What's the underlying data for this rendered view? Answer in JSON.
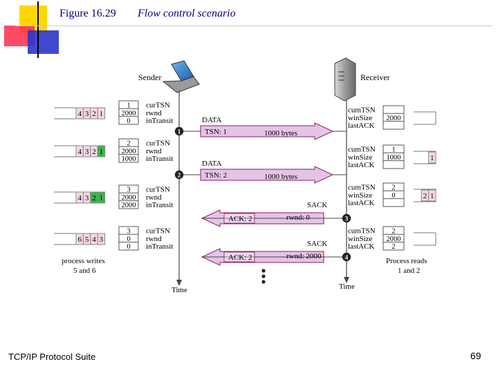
{
  "slide": {
    "figure_number": "Figure 16.29",
    "figure_title": "Flow control scenario",
    "footer_left": "TCP/IP Protocol Suite",
    "page_number": "69"
  },
  "colors": {
    "title": "#000080",
    "accent_yellow": "#ffd700",
    "accent_red": "#ff2a4a",
    "accent_blue": "#2b35c8",
    "buffer_pink": "#f4d6e6",
    "buffer_green": "#3cb44b",
    "arrow_fill": "#e4c4e4",
    "arrow_edge": "#8a1a6a",
    "marker": "#222222"
  },
  "diagram": {
    "sender_label": "Sender",
    "receiver_label": "Receiver",
    "time_label": "Time",
    "sender_var_labels": [
      "curTSN",
      "rwnd",
      "inTransit"
    ],
    "receiver_var_labels": [
      "cumTSN",
      "winSize",
      "lastACK"
    ],
    "sender_states": [
      {
        "buffer": [
          {
            "v": "4",
            "green": false
          },
          {
            "v": "3",
            "green": false
          },
          {
            "v": "2",
            "green": false
          },
          {
            "v": "1",
            "green": false
          }
        ],
        "values": [
          "1",
          "2000",
          "0"
        ]
      },
      {
        "buffer": [
          {
            "v": "4",
            "green": false
          },
          {
            "v": "3",
            "green": false
          },
          {
            "v": "2",
            "green": false
          },
          {
            "v": "1",
            "green": true
          }
        ],
        "values": [
          "2",
          "2000",
          "1000"
        ]
      },
      {
        "buffer": [
          {
            "v": "4",
            "green": false
          },
          {
            "v": "3",
            "green": false
          },
          {
            "v": "2",
            "green": true
          },
          {
            "v": "1",
            "green": true
          }
        ],
        "values": [
          "3",
          "2000",
          "2000"
        ]
      },
      {
        "buffer": [
          {
            "v": "6",
            "green": false
          },
          {
            "v": "5",
            "green": false
          },
          {
            "v": "4",
            "green": false
          },
          {
            "v": "3",
            "green": false
          }
        ],
        "values": [
          "3",
          "0",
          "0"
        ]
      }
    ],
    "receiver_states": [
      {
        "values": [
          "",
          "2000",
          ""
        ],
        "buffer": []
      },
      {
        "values": [
          "1",
          "1000",
          ""
        ],
        "buffer": [
          "1"
        ]
      },
      {
        "values": [
          "2",
          "0",
          ""
        ],
        "buffer": [
          "2",
          "1"
        ]
      },
      {
        "values": [
          "2",
          "2000",
          "2"
        ],
        "buffer": []
      }
    ],
    "messages": [
      {
        "kind": "DATA",
        "left": "TSN: 1",
        "right": "1000 bytes",
        "marker": "1"
      },
      {
        "kind": "DATA",
        "left": "TSN: 2",
        "right": "1000 bytes",
        "marker": "2"
      },
      {
        "kind": "SACK",
        "left": "ACK: 2",
        "right": "rwnd: 0",
        "marker": "3"
      },
      {
        "kind": "SACK",
        "left": "ACK: 2",
        "right": "rwnd: 2000",
        "marker": "4"
      }
    ],
    "sender_note": [
      "process writes",
      "5 and 6"
    ],
    "receiver_note": [
      "Process reads",
      "1 and 2"
    ]
  }
}
